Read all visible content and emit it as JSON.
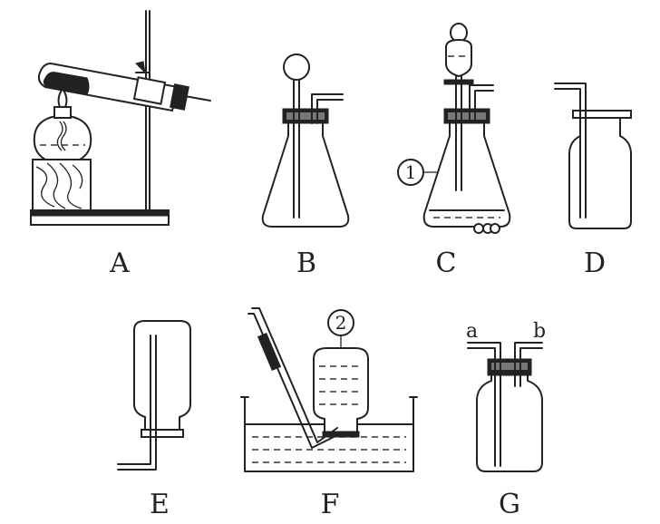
{
  "labels": {
    "A": "A",
    "B": "B",
    "C": "C",
    "D": "D",
    "E": "E",
    "F": "F",
    "G": "G"
  },
  "markers": {
    "circle_1": "1",
    "circle_2": "2"
  },
  "ports": {
    "a": "a",
    "b": "b"
  }
}
